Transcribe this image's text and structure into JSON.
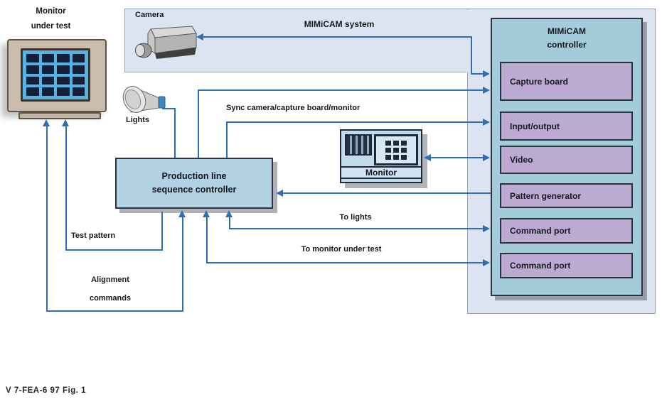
{
  "diagram": {
    "monitor_under_test": {
      "label_line1": "Monitor",
      "label_line2": "under test"
    },
    "camera_label": "Camera",
    "system_label": "MIMiCAM system",
    "lights_label": "Lights",
    "mimicam_controller": {
      "title_line1": "MIMiCAM",
      "title_line2": "controller",
      "boards": [
        "Capture board",
        "Input/output",
        "Video",
        "Pattern generator",
        "Command port",
        "Command port"
      ]
    },
    "sequence_controller": {
      "label_line1": "Production line",
      "label_line2": "sequence controller"
    },
    "monitor_icon_label": "Monitor",
    "connection_labels": {
      "sync": "Sync camera/capture board/monitor",
      "test_pattern": "Test pattern",
      "alignment_line1": "Alignment",
      "alignment_line2": "commands",
      "to_lights": "To lights",
      "to_monitor": "To monitor under test"
    },
    "caption": "V 7-FEA-6 97 Fig. 1",
    "colors": {
      "line_blue": "#2e6fb7",
      "band_fill": "#dbe4f0",
      "controller_fill": "#a3cbd9",
      "board_fill": "#bcaad3",
      "sequence_controller_fill": "#b2d2e4",
      "monitor_screen_blue": "#55b2e2"
    }
  }
}
